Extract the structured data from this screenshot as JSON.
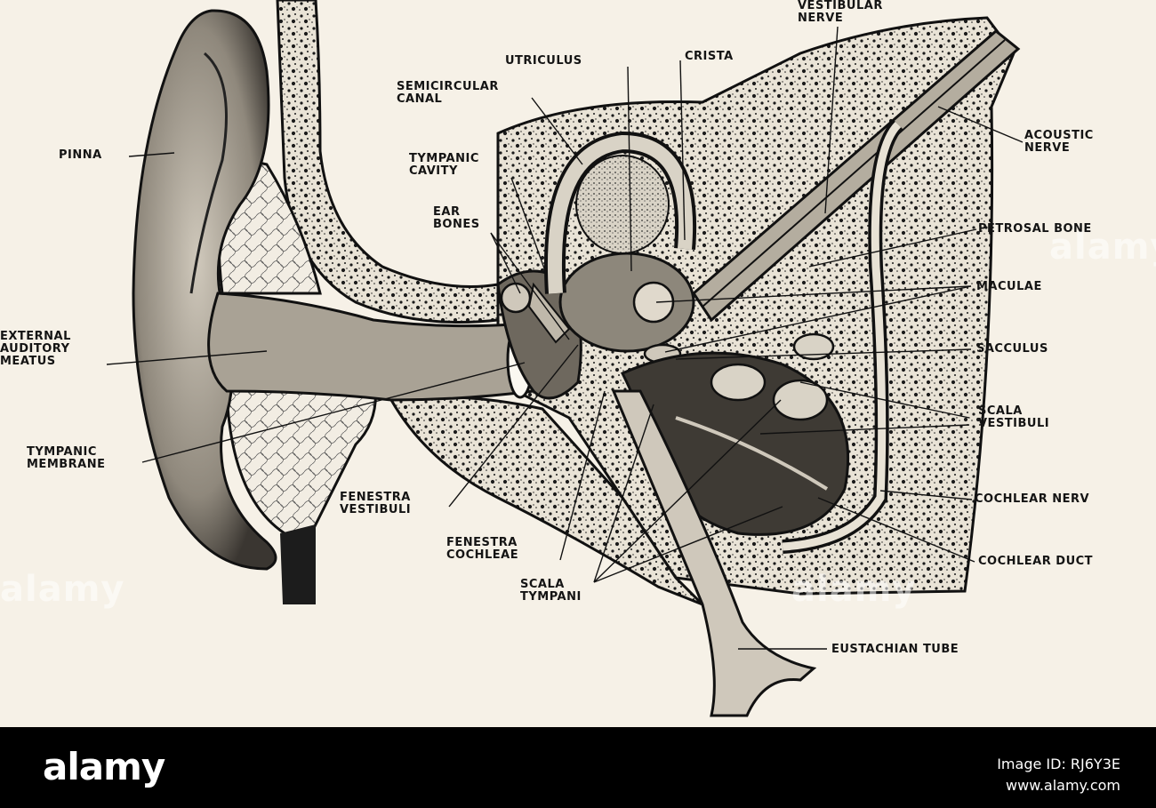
{
  "labels": {
    "vestibular_nerve": "VESTIBULAR\nNERVE",
    "utriculus": "UTRICULUS",
    "crista": "CRISTA",
    "semicircular_canal": "SEMICIRCULAR\nCANAL",
    "pinna": "PINNA",
    "acoustic_nerve": "ACOUSTIC\nNERVE",
    "tympanic_cavity": "TYMPANIC\nCAVITY",
    "ear_bones": "EAR\nBONES",
    "petrosal_bone": "PETROSAL BONE",
    "maculae": "MACULAE",
    "external_auditory_meatus": "EXTERNAL\nAUDITORY\nMEATUS",
    "sacculus": "SACCULUS",
    "tympanic_membrane": "TYMPANIC\nMEMBRANE",
    "scala_vestibuli": "SCALA\nVESTIBULI",
    "fenestra_vestibuli": "FENESTRA\nVESTIBULI",
    "cochlear_nerve": "COCHLEAR NERV",
    "fenestra_cochleae": "FENESTRA\nCOCHLEAE",
    "cochlear_duct": "COCHLEAR DUCT",
    "scala_tympani": "SCALA\nTYMPANI",
    "eustachian_tube": "EUSTACHIAN TUBE"
  },
  "watermark": {
    "brand": "alamy"
  },
  "footer": {
    "logo": "alamy",
    "image_id_line1": "Image ID: RJ6Y3E",
    "image_id_line2": "www.alamy.com"
  },
  "colors": {
    "paper": "#f6f1e7",
    "ink": "#141414",
    "footer_bg": "#000000"
  }
}
